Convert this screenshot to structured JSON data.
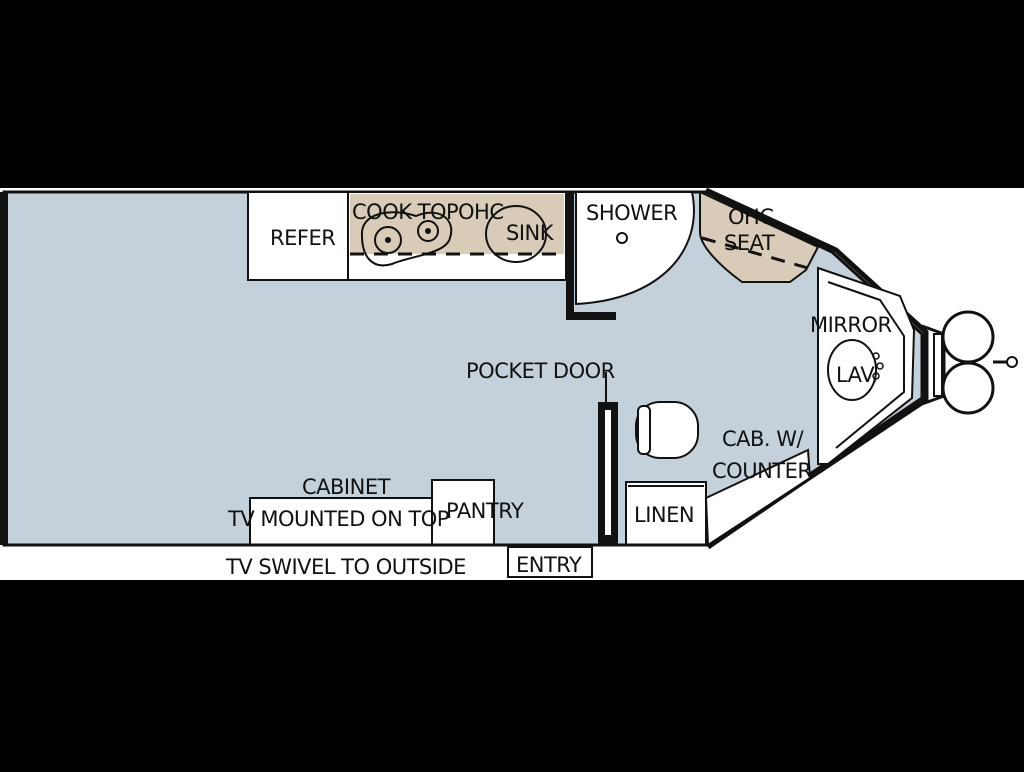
{
  "colors": {
    "background": "#000000",
    "floor": "#c5d1da",
    "page": "#ffffff",
    "wall": "#111111",
    "counter": "#d8cbb7"
  },
  "labels": {
    "refer": "REFER",
    "cook_top": "COOK TOP",
    "ohc_kitchen": "OHC",
    "sink": "SINK",
    "shower": "SHOWER",
    "ohc_seat_1": "OHC",
    "ohc_seat_2": "SEAT",
    "mirror": "MIRROR",
    "lav": "LAV.",
    "pocket_door": "POCKET DOOR",
    "cab_counter_1": "CAB. W/",
    "cab_counter_2": "COUNTER",
    "cabinet": "CABINET",
    "tv_mounted": "TV MOUNTED ON TOP",
    "pantry": "PANTRY",
    "linen": "LINEN",
    "tv_swivel": "TV SWIVEL TO OUTSIDE",
    "entry": "ENTRY"
  }
}
